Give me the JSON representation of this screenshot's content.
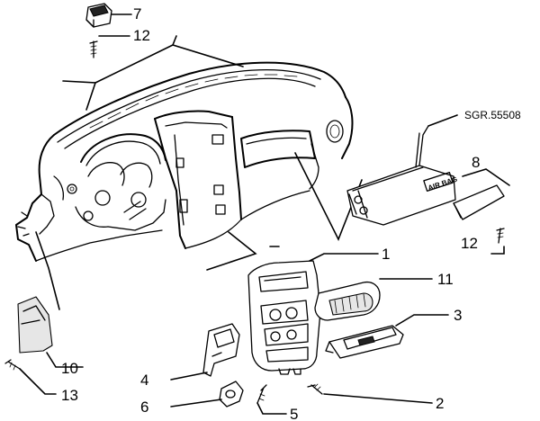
{
  "diagram": {
    "reference_code": "SGR.55508",
    "part_labels": {
      "p1": "1",
      "p2": "2",
      "p3": "3",
      "p4": "4",
      "p5": "5",
      "p6": "6",
      "p7": "7",
      "p8": "8",
      "p10": "10",
      "p11": "11",
      "p12a": "12",
      "p12b": "12",
      "p13": "13"
    },
    "airbag_label": "AIR BAG"
  }
}
